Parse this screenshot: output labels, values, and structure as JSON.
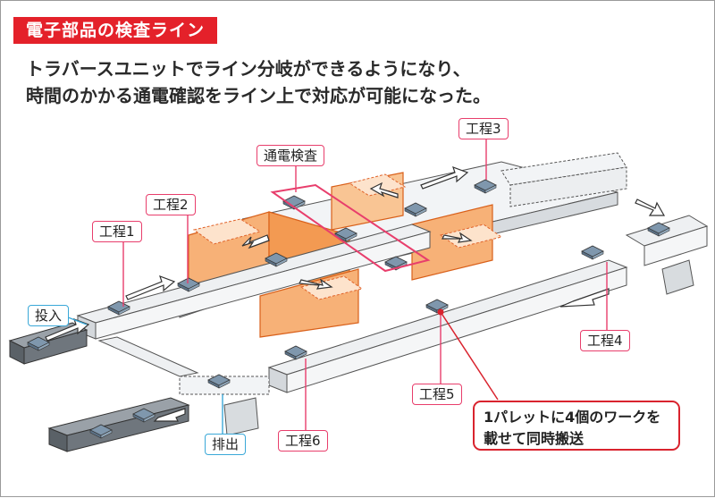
{
  "title": "電子部品の検査ライン",
  "subtitle_lines": [
    "トラバースユニットでライン分岐ができるようになり、",
    "時間のかかる通電確認をライン上で対応が可能になった。"
  ],
  "labels": {
    "inspection": "通電検査",
    "process1": "工程1",
    "process2": "工程2",
    "process3": "工程3",
    "process4": "工程4",
    "process5": "工程5",
    "process6": "工程6",
    "input": "投入",
    "output": "排出"
  },
  "note_lines": [
    "1パレットに4個のワークを",
    "載せて同時搬送"
  ],
  "colors": {
    "title_bg": "#e4212a",
    "callout_border": "#e83e6c",
    "io_border": "#3aa8d8",
    "note_border": "#d9232e",
    "traverse": "#f4a15a",
    "conveyor": "#e9ecef",
    "work_tray": "#c8d2dc"
  }
}
